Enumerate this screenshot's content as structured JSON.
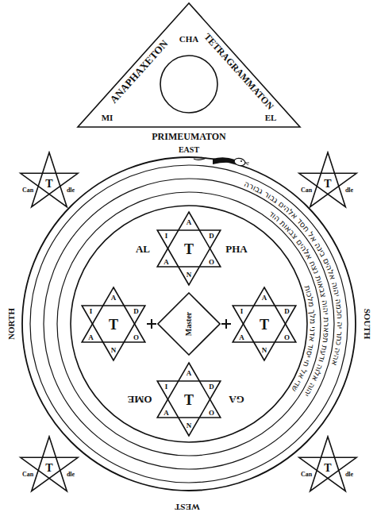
{
  "diagram": {
    "nodes": [
      {
        "text": [
          "ANAPHAXETON",
          "TETRAGRAMMATON",
          "CHA",
          "MI",
          "EL"
        ]
      },
      {
        "text": [
          "T",
          "Can",
          "dle"
        ]
      },
      {
        "text": [
          "T",
          "Can",
          "dle"
        ]
      },
      {
        "text": [
          "T",
          "A",
          "D",
          "O",
          "N",
          "A",
          "I"
        ]
      },
      {
        "text": [
          "T",
          "A",
          "D",
          "O",
          "N",
          "A",
          "I"
        ]
      },
      {
        "text": [
          "Master"
        ]
      },
      {
        "text": [
          "T",
          "A",
          "D",
          "O",
          "N",
          "A",
          "I"
        ]
      },
      {
        "text": [
          "T",
          "A",
          "D",
          "O",
          "N",
          "A",
          "I"
        ]
      },
      {
        "text": [
          "T",
          "Can",
          "dle"
        ]
      },
      {
        "text": [
          "T",
          "Can",
          "dle"
        ]
      }
    ],
    "labels": [
      "PRIMEUMATON",
      "EAST",
      "NORTH",
      "SOUTH",
      "WEST",
      "AL",
      "PHA",
      "OME",
      "GA",
      "אהיה כתר יה חכמה יהוה אלהים בינה אל חסד אלהים גבור גבורה",
      "יהוה אלוה ודעת תפארת יהוה צבאות נצח אלהים צבאות הוד",
      "שדי אל חי יסוד אדני מלך מלכות"
    ]
  }
}
